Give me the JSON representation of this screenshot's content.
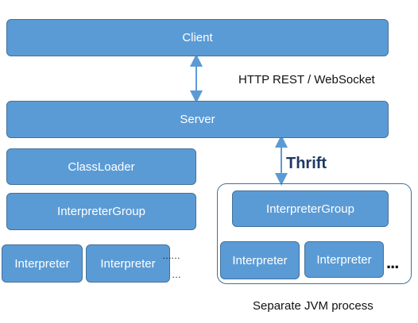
{
  "diagram": {
    "client": "Client",
    "server": "Server",
    "classloader": "ClassLoader",
    "left_group": "InterpreterGroup",
    "left_interpreters": [
      "Interpreter",
      "Interpreter"
    ],
    "left_ellipsis_top": "……",
    "left_ellipsis_bottom": "…",
    "http_label": "HTTP REST / WebSocket",
    "thrift_label": "Thrift",
    "right_group": "InterpreterGroup",
    "right_interpreters": [
      "Interpreter",
      "Interpreter"
    ],
    "right_ellipsis": "...",
    "separate_label": "Separate JVM process",
    "colors": {
      "box_fill": "#5b9bd5",
      "box_border": "#41719c",
      "thrift_text": "#1f3864"
    }
  }
}
